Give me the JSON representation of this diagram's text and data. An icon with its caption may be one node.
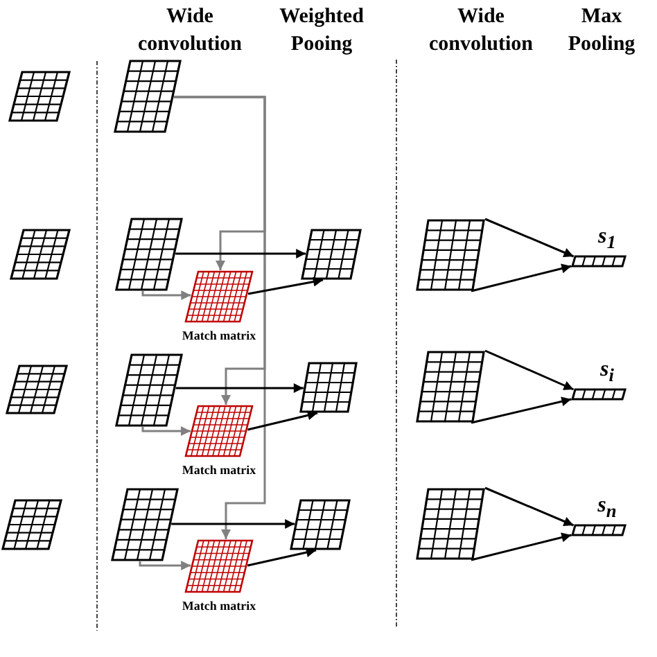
{
  "diagram": {
    "nodes": [
      {
        "text": [],
        "shape": "grid"
      },
      {
        "text": [],
        "shape": "grid"
      },
      {
        "text": [],
        "shape": "grid"
      },
      {
        "text": [],
        "shape": "grid"
      },
      {
        "text": [],
        "shape": "grid",
        "beside": [
          "Match matrix"
        ]
      },
      {
        "text": [],
        "shape": "grid"
      },
      {
        "text": [],
        "shape": "grid"
      },
      {
        "text": [],
        "shape": "bar",
        "beside": [
          "s$_{1}$"
        ]
      },
      {
        "text": [],
        "shape": "grid"
      },
      {
        "text": [],
        "shape": "grid"
      },
      {
        "text": [],
        "shape": "grid",
        "beside": [
          "Match matrix"
        ]
      },
      {
        "text": [],
        "shape": "grid"
      },
      {
        "text": [],
        "shape": "grid"
      },
      {
        "text": [],
        "shape": "bar",
        "beside": [
          "s$_{i}$"
        ]
      },
      {
        "text": [],
        "shape": "grid"
      },
      {
        "text": [],
        "shape": "grid"
      },
      {
        "text": [],
        "shape": "grid",
        "beside": [
          "Match matrix"
        ]
      },
      {
        "text": [],
        "shape": "grid"
      },
      {
        "text": [],
        "shape": "grid"
      },
      {
        "text": [],
        "shape": "bar",
        "beside": [
          "s$_{n}$"
        ]
      }
    ],
    "edges": [
      {
        "from": 1,
        "to": 4,
        "arrow": "to",
        "color": "#808080"
      },
      {
        "from": 1,
        "to": 10,
        "arrow": "to",
        "color": "#808080"
      },
      {
        "from": 1,
        "to": 16,
        "arrow": "to",
        "color": "#808080"
      },
      {
        "from": 3,
        "to": 4,
        "arrow": "to",
        "color": "#808080"
      },
      {
        "from": 3,
        "to": 5,
        "arrow": "to"
      },
      {
        "from": 4,
        "to": 5,
        "arrow": "to"
      },
      {
        "from": 6,
        "to": 7,
        "arrow": "to"
      },
      {
        "from": 6,
        "to": 7,
        "arrow": "to"
      },
      {
        "from": 9,
        "to": 10,
        "arrow": "to",
        "color": "#808080"
      },
      {
        "from": 9,
        "to": 11,
        "arrow": "to"
      },
      {
        "from": 10,
        "to": 11,
        "arrow": "to"
      },
      {
        "from": 12,
        "to": 13,
        "arrow": "to"
      },
      {
        "from": 12,
        "to": 13,
        "arrow": "to"
      },
      {
        "from": 15,
        "to": 16,
        "arrow": "to",
        "color": "#808080"
      },
      {
        "from": 15,
        "to": 17,
        "arrow": "to"
      },
      {
        "from": 16,
        "to": 17,
        "arrow": "to"
      },
      {
        "from": 18,
        "to": 19,
        "arrow": "to"
      },
      {
        "from": 18,
        "to": 19,
        "arrow": "to"
      }
    ],
    "labels": [
      "Wide convolution",
      "Weighted Pooing",
      "Wide convolution",
      "Max Pooling"
    ]
  }
}
